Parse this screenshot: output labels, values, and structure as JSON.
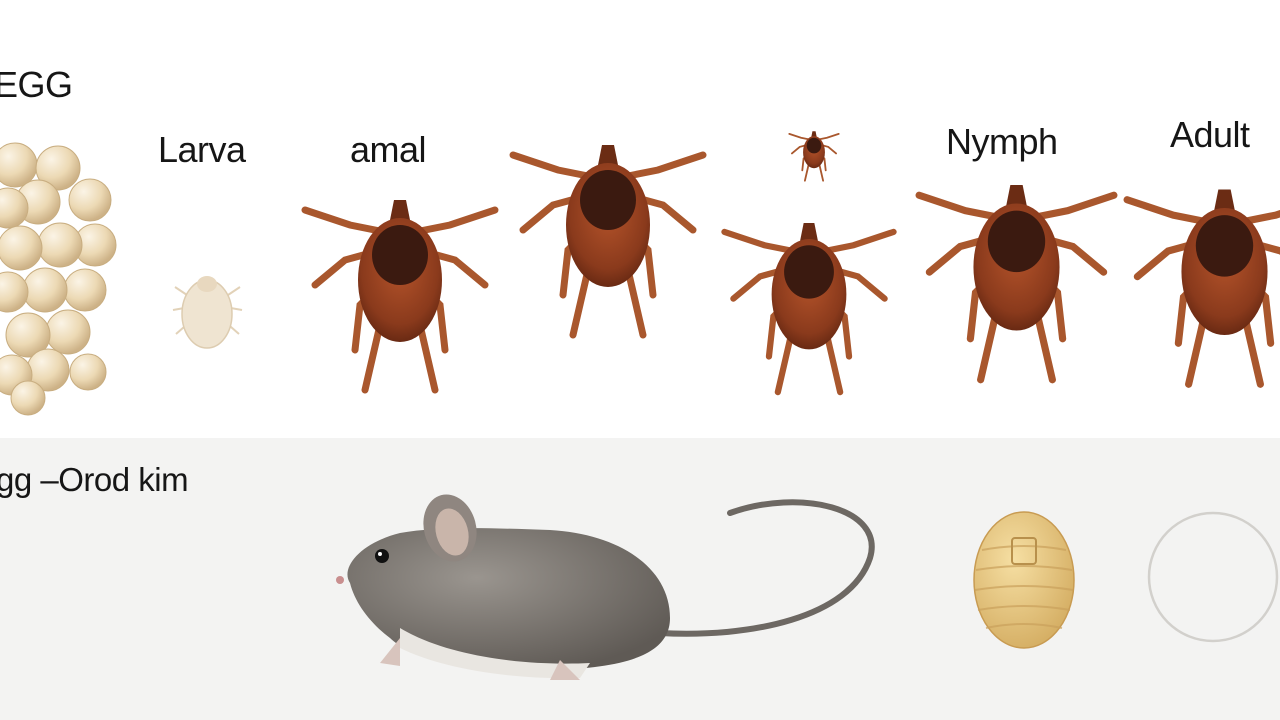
{
  "labels": {
    "egg": "EGG",
    "larva": "Larva",
    "animal": "amal",
    "nymph": "Nymph",
    "adult": "Adult",
    "caption": "gg –Orod kim"
  },
  "colors": {
    "tick_body": "#8a3a1c",
    "tick_scutum": "#3b1a10",
    "tick_legs": "#a9572d",
    "egg": "#f1e3c5",
    "mouse_fur": "#7b7671",
    "band": "#f3f3f2",
    "text": "#161616"
  },
  "icons": [
    "egg-cluster-icon",
    "larva-icon",
    "tick-icon",
    "mouse-icon",
    "egg-capsule-icon",
    "ring-icon"
  ]
}
